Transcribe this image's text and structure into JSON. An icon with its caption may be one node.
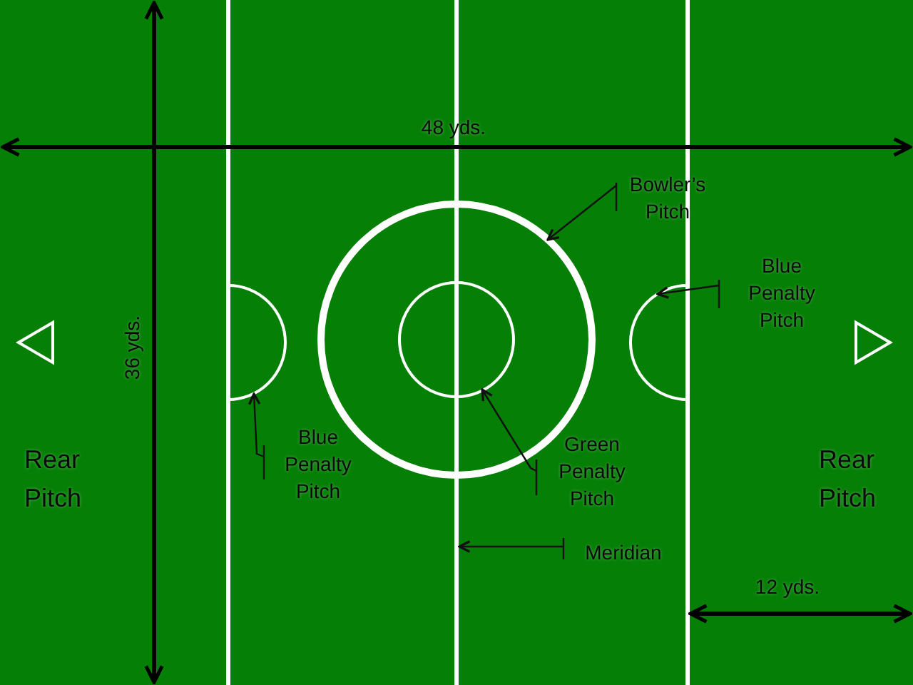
{
  "diagram": {
    "nodes": [
      {
        "text": [
          "Blue Penalty Pitch"
        ]
      },
      {
        "text": [],
        "shape": "circle"
      },
      {
        "text": [
          "Bowler’s Pitch"
        ]
      },
      {
        "text": [],
        "shape": "circle"
      },
      {
        "text": [
          "Green Penalty Pitch"
        ]
      },
      {
        "text": [],
        "shape": "circle",
        "in": 3
      },
      {
        "text": [
          "Meridian"
        ]
      },
      {
        "text": [],
        "shape": "bar"
      },
      {
        "text": [
          "Blue Penalty Pitch"
        ]
      },
      {
        "text": [],
        "shape": "circle"
      }
    ],
    "edges": [
      {
        "from": 2,
        "to": 3,
        "arrow": "to"
      },
      {
        "from": 8,
        "to": 9,
        "arrow": "to"
      },
      {
        "from": 0,
        "to": 1,
        "arrow": "to"
      },
      {
        "from": 4,
        "to": 5,
        "arrow": "to"
      },
      {
        "from": 6,
        "to": 7,
        "arrow": "to"
      }
    ],
    "labels": [
      "48 yds.",
      "36 yds.",
      "Rear Pitch",
      "Rear Pitch",
      "12 yds."
    ]
  }
}
